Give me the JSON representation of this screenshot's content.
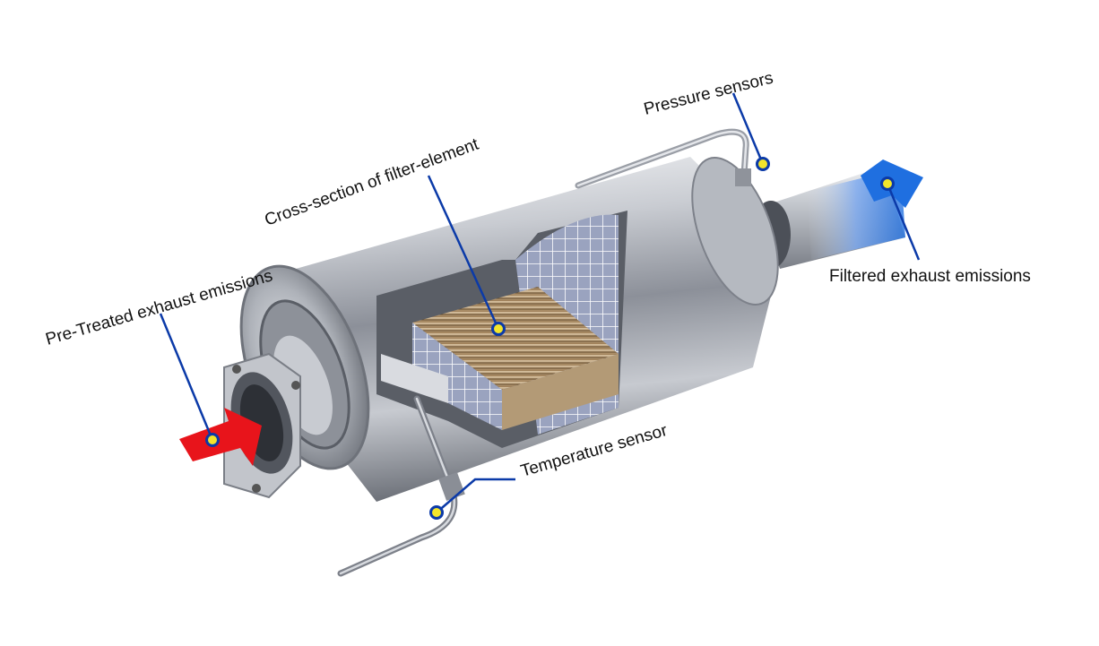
{
  "labels": {
    "pre_treated": "Pre-Treated exhaust emissions",
    "cross_section": "Cross-section of filter-element",
    "pressure": "Pressure sensors",
    "filtered": "Filtered exhaust emissions",
    "temperature": "Temperature sensor"
  },
  "colors": {
    "leader_line": "#0b3aa8",
    "marker_fill": "#f3e52c",
    "inlet_arrow": "#e8141b",
    "outlet_arrow": "#1f6fe0"
  }
}
